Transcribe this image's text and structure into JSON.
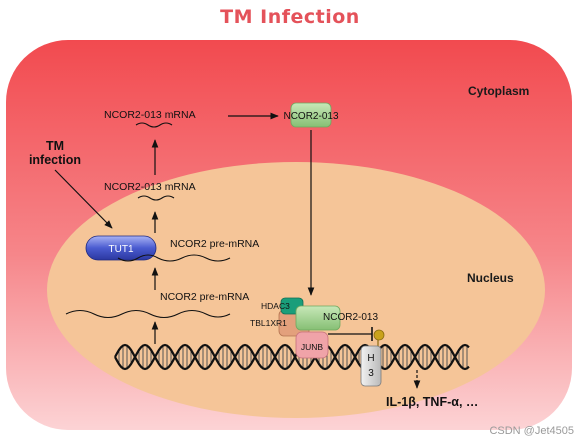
{
  "title": "TM Infection",
  "regions": {
    "cytoplasm": "Cytoplasm",
    "nucleus": "Nucleus"
  },
  "stimulus": {
    "line1": "TM",
    "line2": "infection"
  },
  "labels": {
    "mrna_cyto": "NCOR2-013 mRNA",
    "mrna_nuc": "NCOR2-013 mRNA",
    "protein_cyto": "NCOR2-013",
    "tut1": "TUT1",
    "pre_mrna_top": "NCOR2 pre-mRNA",
    "pre_mrna_bottom": "NCOR2 pre-mRNA",
    "hdac3": "HDAC3",
    "tbl1xr1": "TBL1XR1",
    "protein_nuc": "NCOR2-013",
    "junb": "JUNB",
    "h3_line1": "H",
    "h3_line2": "3",
    "output": "IL-1β, TNF-α, …"
  },
  "watermark": "CSDN @Jet4505",
  "colors": {
    "title": "#e4525a",
    "cell_top": "#f24a4f",
    "cell_bottom": "#fbc4c8",
    "nucleus": "#f5c598",
    "protein": "#9ccf8c",
    "tut1": "#3d4fc4",
    "junb": "#f0a3a8",
    "hdac3": "#1a9e7a",
    "tbl1xr1": "#e3a07c",
    "histone": "#d8d8d8",
    "acetyl": "#c9a21c"
  }
}
